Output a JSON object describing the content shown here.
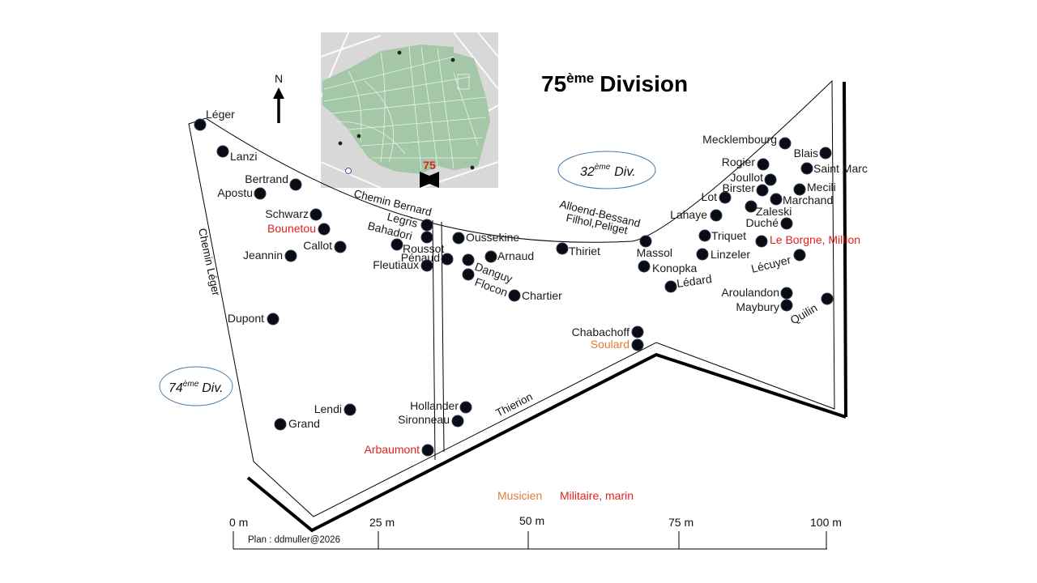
{
  "title": {
    "number": "75",
    "suffix": "ème",
    "word": "Division"
  },
  "north_label": "N",
  "inset_map": {
    "label": "75",
    "label_color": "#e0201c",
    "park_color": "#a4c8a7",
    "street_color": "#d9d9d9"
  },
  "divisions": [
    {
      "number": "32",
      "suffix": "ème",
      "word": "Div."
    },
    {
      "number": "74",
      "suffix": "ème",
      "word": "Div."
    }
  ],
  "paths": {
    "chemin_bernard": "Chemin Bernard",
    "chemin_leger": "Chemin Léger",
    "alloend_bessand": "Alloend-Bessand",
    "filhol_peliget": "Filhol,Peliget",
    "thierion": "Thierion"
  },
  "colors": {
    "default": "#1a1a1a",
    "musicien": "#e07b39",
    "militaire": "#e0201c",
    "dot": "#0b0b14"
  },
  "graves": [
    {
      "name": "Léger",
      "cat": "default"
    },
    {
      "name": "Lanzi",
      "cat": "default"
    },
    {
      "name": "Bertrand",
      "cat": "default"
    },
    {
      "name": "Apostu",
      "cat": "default"
    },
    {
      "name": "Schwarz",
      "cat": "default"
    },
    {
      "name": "Bounetou",
      "cat": "militaire"
    },
    {
      "name": "Callot",
      "cat": "default"
    },
    {
      "name": "Jeannin",
      "cat": "default"
    },
    {
      "name": "Dupont",
      "cat": "default"
    },
    {
      "name": "Lendi",
      "cat": "default"
    },
    {
      "name": "Grand",
      "cat": "default"
    },
    {
      "name": "Legris",
      "cat": "default"
    },
    {
      "name": "Bahadori",
      "cat": "default"
    },
    {
      "name": "Roussot",
      "cat": "default"
    },
    {
      "name": "Pénaud",
      "cat": "default"
    },
    {
      "name": "Fleutiaux",
      "cat": "default"
    },
    {
      "name": "Oussekine",
      "cat": "default"
    },
    {
      "name": "Arnaud",
      "cat": "default"
    },
    {
      "name": "Danguy",
      "cat": "default"
    },
    {
      "name": "Flocon",
      "cat": "default"
    },
    {
      "name": "Chartier",
      "cat": "default"
    },
    {
      "name": "Thiriet",
      "cat": "default"
    },
    {
      "name": "Hollander",
      "cat": "default"
    },
    {
      "name": "Sironneau",
      "cat": "default"
    },
    {
      "name": "Arbaumont",
      "cat": "militaire"
    },
    {
      "name": "Chabachoff",
      "cat": "default"
    },
    {
      "name": "Soulard",
      "cat": "musicien"
    },
    {
      "name": "Massol",
      "cat": "default"
    },
    {
      "name": "Konopka",
      "cat": "default"
    },
    {
      "name": "Lédard",
      "cat": "default"
    },
    {
      "name": "Lahaye",
      "cat": "default"
    },
    {
      "name": "Triquet",
      "cat": "default"
    },
    {
      "name": "Linzeler",
      "cat": "default"
    },
    {
      "name": "Lot",
      "cat": "default"
    },
    {
      "name": "Mecklembourg",
      "cat": "default"
    },
    {
      "name": "Blais",
      "cat": "default"
    },
    {
      "name": "Saint Marc",
      "cat": "default"
    },
    {
      "name": "Rogier",
      "cat": "default"
    },
    {
      "name": "Joullot",
      "cat": "default"
    },
    {
      "name": "Birster",
      "cat": "default"
    },
    {
      "name": "Mecili",
      "cat": "default"
    },
    {
      "name": "Marchand",
      "cat": "default"
    },
    {
      "name": "Zaleski",
      "cat": "default"
    },
    {
      "name": "Duché",
      "cat": "default"
    },
    {
      "name": "Le Borgne, Million",
      "cat": "militaire"
    },
    {
      "name": "Lécuyer",
      "cat": "default"
    },
    {
      "name": "Aroulandon",
      "cat": "default"
    },
    {
      "name": "Maybury",
      "cat": "default"
    },
    {
      "name": "Quilin",
      "cat": "default"
    }
  ],
  "legend": [
    {
      "label": "Musicien",
      "color": "#e07b39"
    },
    {
      "label": "Militaire, marin",
      "color": "#e0201c"
    }
  ],
  "scale": {
    "ticks": [
      "0 m",
      "25 m",
      "50 m",
      "75 m",
      "100 m"
    ],
    "credit": "Plan : ddmuller@2026"
  }
}
